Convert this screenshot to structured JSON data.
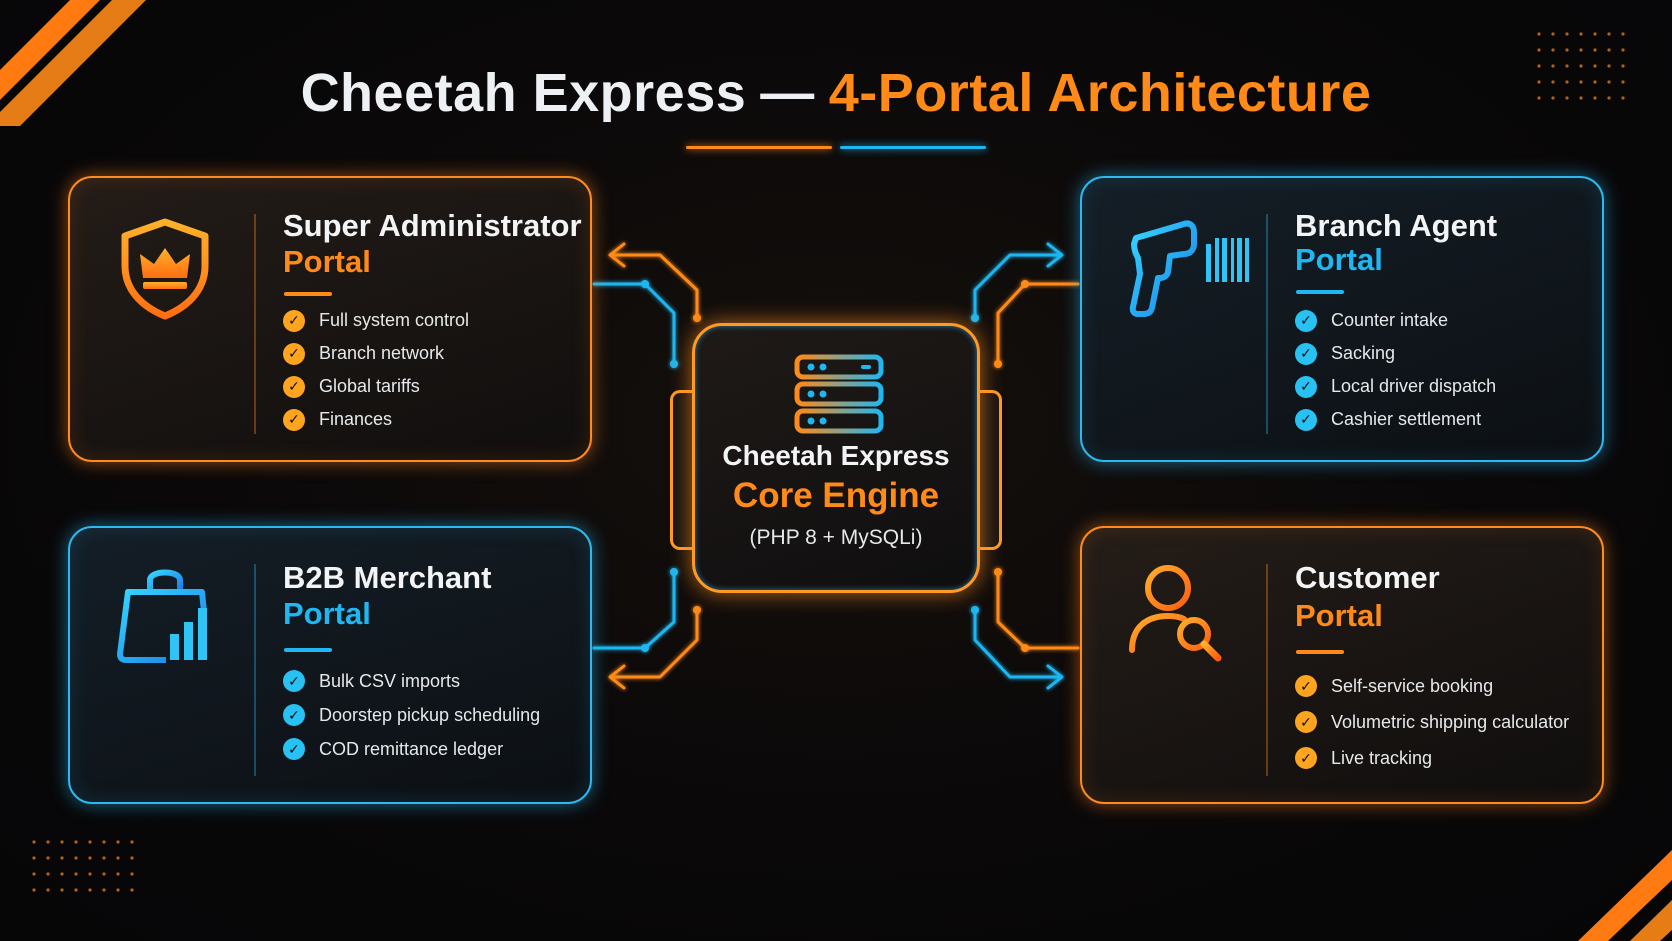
{
  "title": {
    "part1": "Cheetah Express",
    "dash": "—",
    "part2": "4-Portal Architecture"
  },
  "core": {
    "line1": "Cheetah Express",
    "line2": "Core Engine",
    "line3": "(PHP 8 + MySQLi)",
    "icon": "server-stack-icon"
  },
  "portals": {
    "super_admin": {
      "title": "Super Administrator",
      "subtitle": "Portal",
      "icon": "shield-crown-icon",
      "features": [
        "Full system control",
        "Branch network",
        "Global tariffs",
        "Finances"
      ]
    },
    "branch_agent": {
      "title": "Branch Agent",
      "subtitle": "Portal",
      "icon": "barcode-scanner-icon",
      "features": [
        "Counter intake",
        "Sacking",
        "Local driver dispatch",
        "Cashier settlement"
      ]
    },
    "b2b_merchant": {
      "title": "B2B Merchant",
      "subtitle": "Portal",
      "icon": "shopping-bag-chart-icon",
      "features": [
        "Bulk CSV imports",
        "Doorstep pickup scheduling",
        "COD remittance ledger"
      ]
    },
    "customer": {
      "title": "Customer",
      "subtitle": "Portal",
      "icon": "user-search-icon",
      "features": [
        "Self-service booking",
        "Volumetric shipping calculator",
        "Live tracking"
      ]
    }
  },
  "colors": {
    "orange": "#ff8a18",
    "blue": "#1fb7f2",
    "background": "#0a0809"
  }
}
